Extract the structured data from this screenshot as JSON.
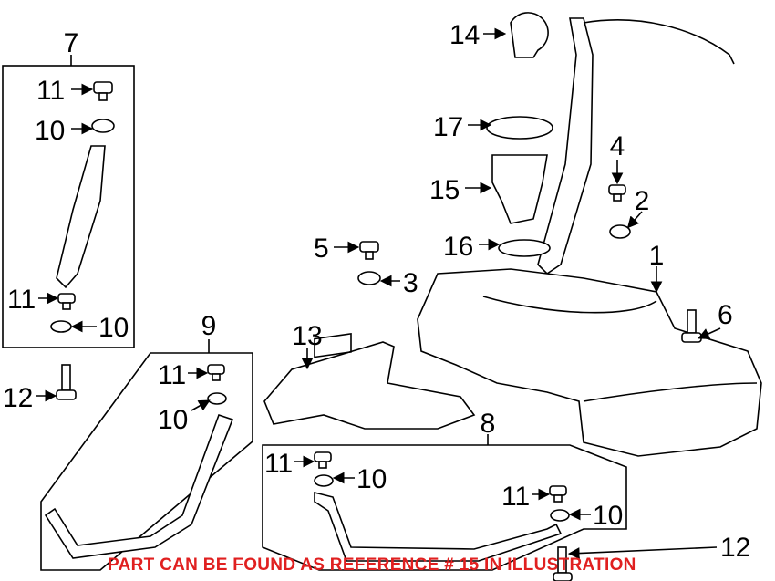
{
  "labels": {
    "box7": "7",
    "b7_11a": "11",
    "b7_10a": "10",
    "b7_11b": "11",
    "b7_10b": "10",
    "bolt12a": "12",
    "box9": "9",
    "b9_11": "11",
    "b9_10": "10",
    "shield13": "13",
    "nut5": "5",
    "washer3": "3",
    "cap14": "14",
    "ring17": "17",
    "pump15": "15",
    "seal16": "16",
    "nut4": "4",
    "washer2": "2",
    "tank1": "1",
    "bolt6": "6",
    "box8": "8",
    "b8_11a": "11",
    "b8_10a": "10",
    "b8_11b": "11",
    "b8_10b": "10",
    "bolt12b": "12"
  },
  "footer": "PART CAN BE FOUND AS REFERENCE # 15 IN ILLUSTRATION",
  "colors": {
    "footer": "#e02020"
  }
}
